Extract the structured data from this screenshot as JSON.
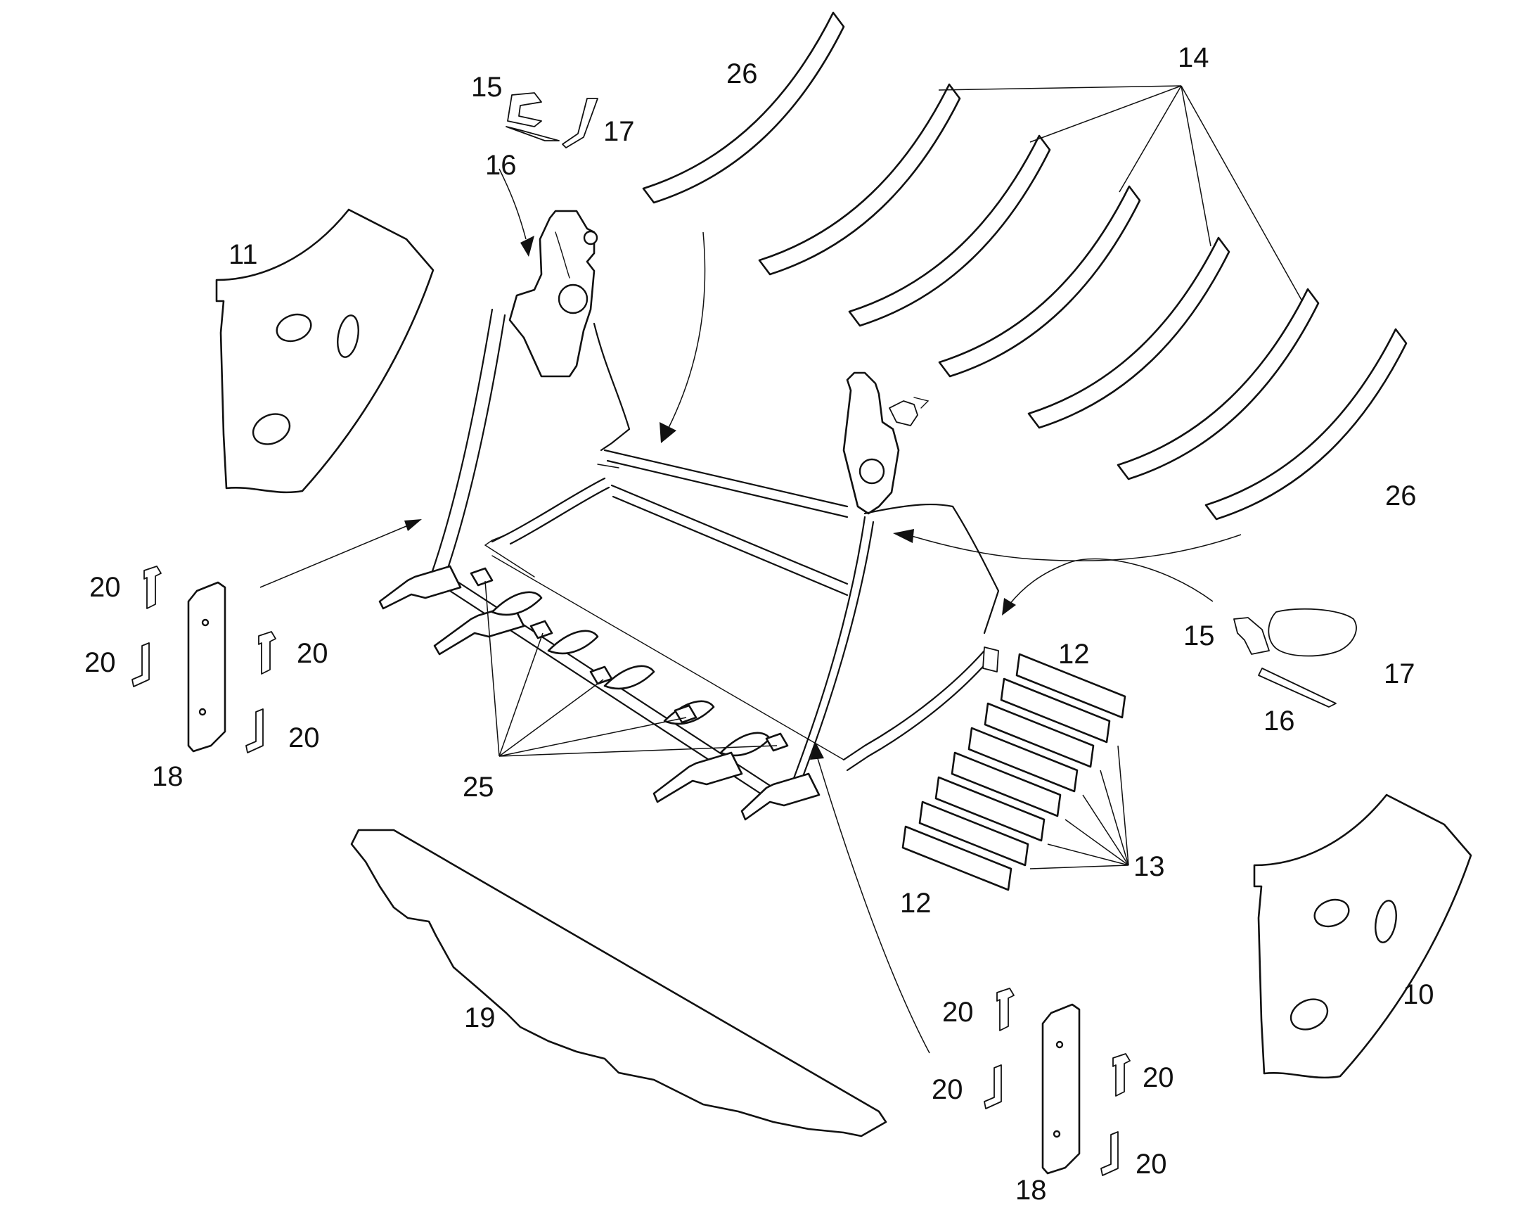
{
  "figure": {
    "type": "exploded parts diagram",
    "colors": {
      "line": "#111111",
      "background": "#ffffff"
    }
  },
  "callouts": {
    "c10": "10",
    "c11": "11",
    "c12a": "12",
    "c12b": "12",
    "c13": "13",
    "c14": "14",
    "c15a": "15",
    "c15b": "15",
    "c16a": "16",
    "c16b": "16",
    "c17a": "17",
    "c17b": "17",
    "c18a": "18",
    "c18b": "18",
    "c19": "19",
    "c20a": "20",
    "c20b": "20",
    "c20c": "20",
    "c20d": "20",
    "c20e": "20",
    "c20f": "20",
    "c20g": "20",
    "c20h": "20",
    "c25": "25",
    "c26a": "26",
    "c26b": "26"
  }
}
